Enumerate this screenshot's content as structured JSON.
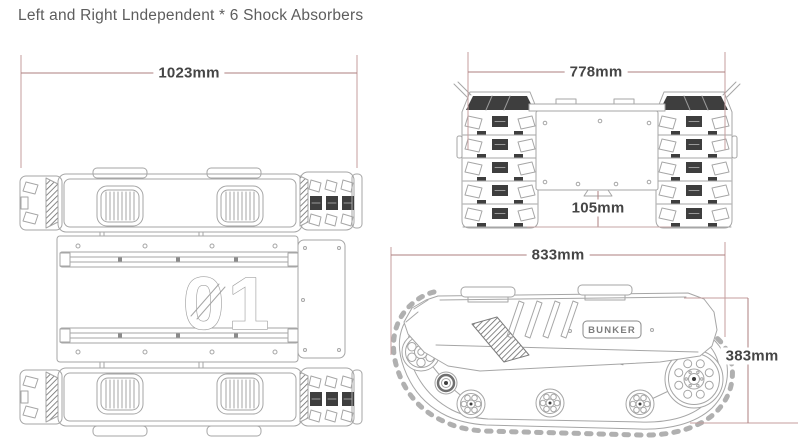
{
  "title": "Left and Right Lndependent * 6 Shock Absorbers",
  "views": {
    "top_view": {
      "width_dim": "1023mm",
      "body_marking": "01"
    },
    "rear_view": {
      "width_dim": "778mm",
      "ground_clearance_dim": "105mm"
    },
    "side_view": {
      "length_dim": "833mm",
      "height_dim": "383mm",
      "brand": "BUNKER"
    }
  },
  "colors": {
    "background": "#ffffff",
    "line_drawing": "#a6a6a6",
    "dark_tread": "#3e3e3e",
    "dimension_line": "#ad7f7f",
    "dimension_extension_line": "#c49e9e",
    "dimension_text": "#454545",
    "title_text": "#5d5d5d"
  }
}
